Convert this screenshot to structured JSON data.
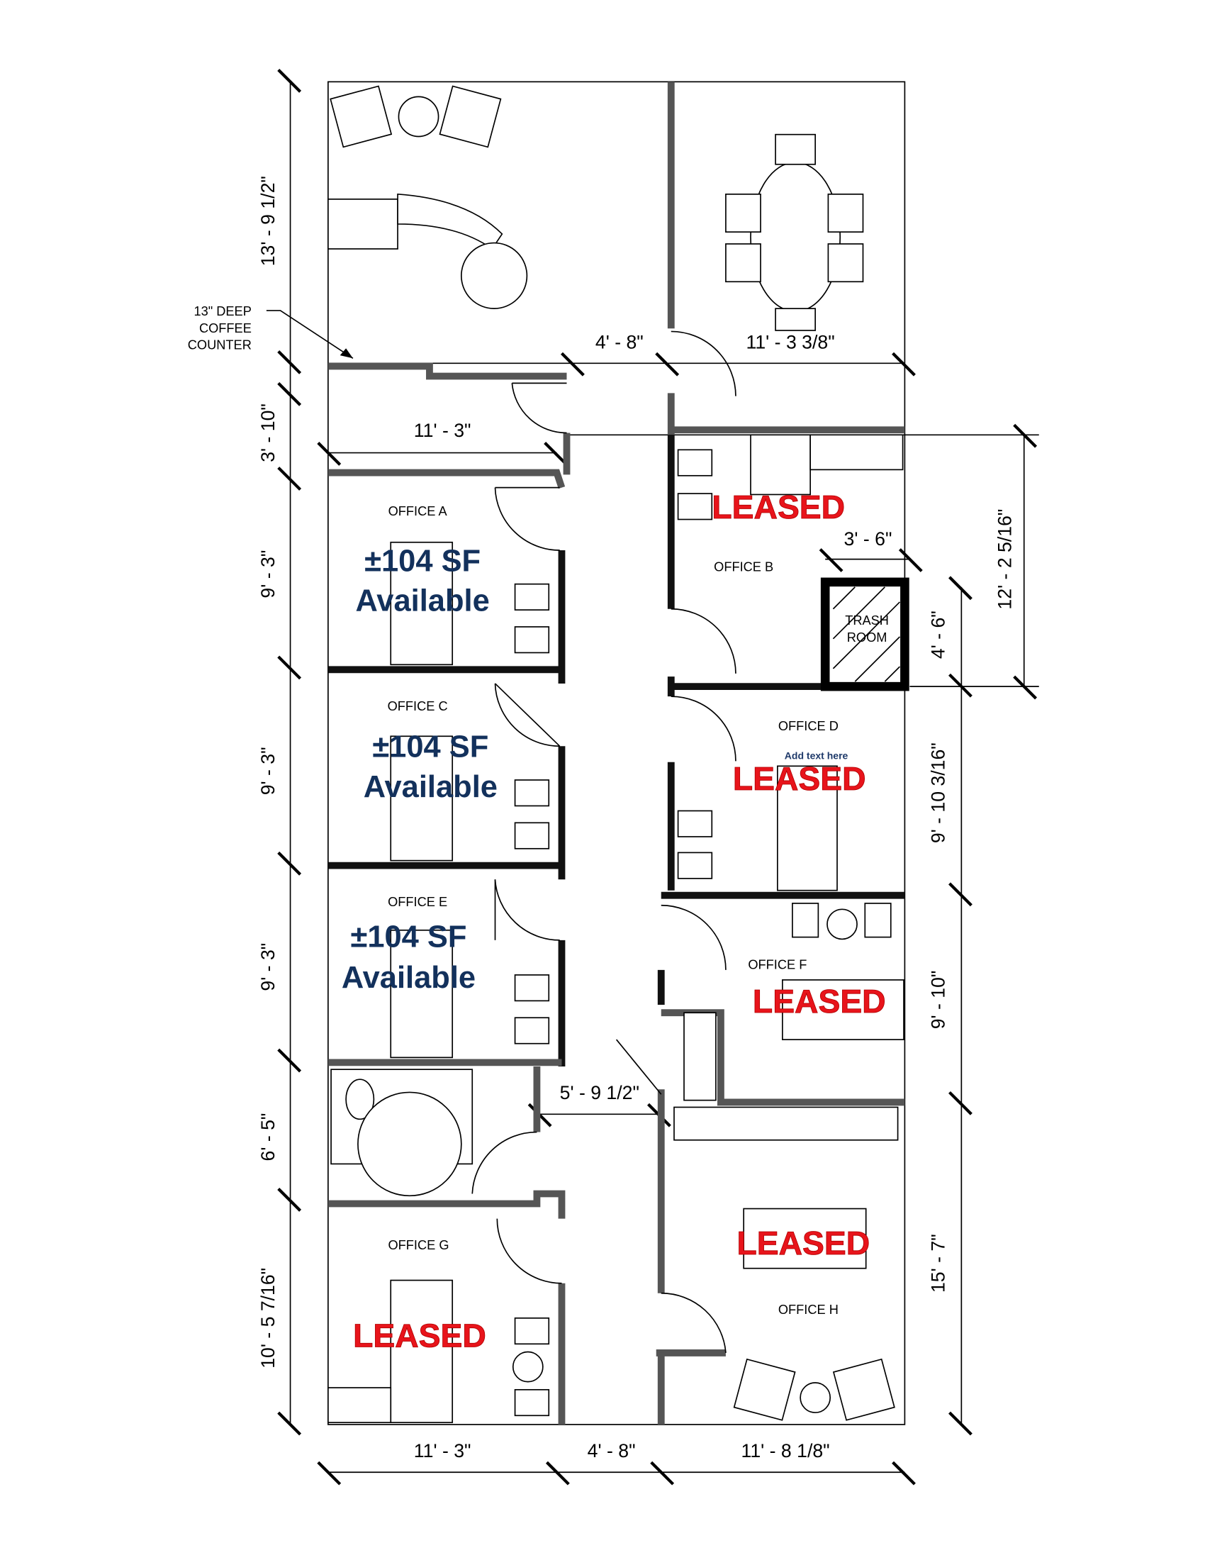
{
  "callout": {
    "line1": "13\" DEEP",
    "line2": "COFFEE",
    "line3": "COUNTER"
  },
  "rooms": {
    "office_a": "OFFICE A",
    "office_b": "OFFICE B",
    "office_c": "OFFICE C",
    "office_d": "OFFICE D",
    "office_e": "OFFICE E",
    "office_f": "OFFICE F",
    "office_g": "OFFICE G",
    "office_h": "OFFICE H",
    "trash_line1": "TRASH",
    "trash_line2": "ROOM"
  },
  "status": {
    "available_size": "±104 SF",
    "available_label": "Available",
    "leased_label": "LEASED",
    "placeholder_note": "Add text here"
  },
  "dimensions": {
    "left": [
      "13' - 9 1/2\"",
      "3' - 10\"",
      "9' - 3\"",
      "9' - 3\"",
      "9' - 3\"",
      "6' - 5\"",
      "10' - 5 7/16\""
    ],
    "right": [
      "12' - 2 5/16\"",
      "4' - 6\"",
      "9' - 10 3/16\"",
      "9' - 10\"",
      "15' - 7\""
    ],
    "top_corridor": "4' - 8\"",
    "conference_width": "11' - 3 3/8\"",
    "vestibule_width": "11' - 3\"",
    "trash_width": "3' - 6\"",
    "corridor_width": "5' - 9 1/2\"",
    "bottom": [
      "11' - 3\"",
      "4' - 8\"",
      "11' - 8 1/8\""
    ]
  },
  "colors": {
    "leased": "#e8141b",
    "available": "#13315c"
  }
}
